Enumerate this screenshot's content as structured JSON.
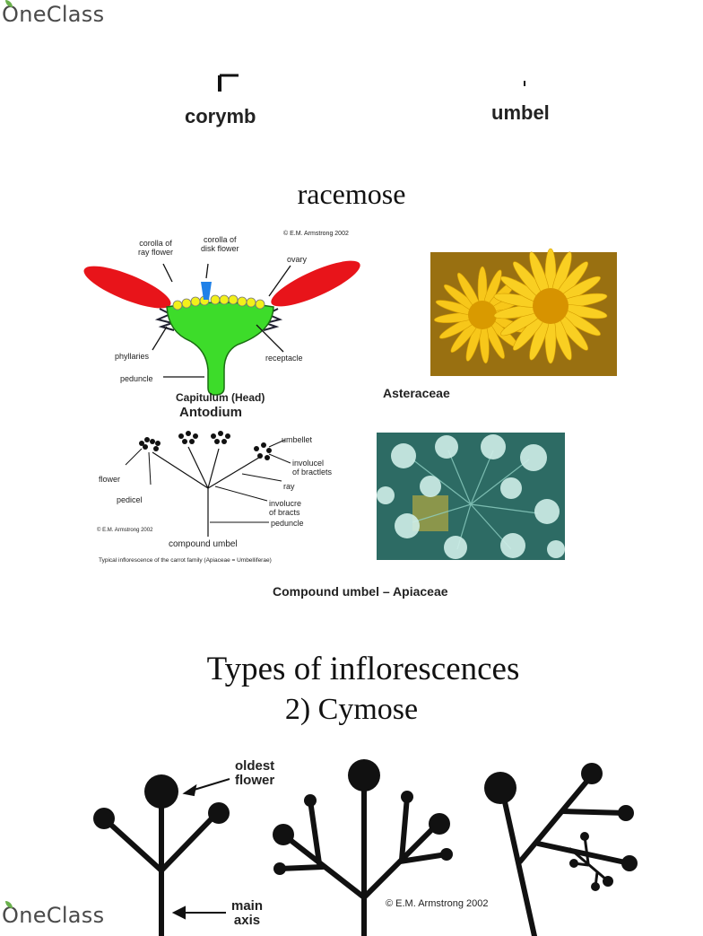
{
  "brand": {
    "logo_text": "OneClass"
  },
  "top_labels": {
    "corymb": "corymb",
    "umbel": "umbel"
  },
  "racemose": {
    "title": "racemose"
  },
  "capitulum": {
    "copyright": "© E.M. Armstrong 2002",
    "labels": {
      "corolla_ray": [
        "corolla of",
        "ray flower"
      ],
      "corolla_disk": [
        "corolla of",
        "disk flower"
      ],
      "ovary": "ovary",
      "phyllaries": "phyllaries",
      "receptacle": "receptacle",
      "peduncle": "peduncle"
    },
    "caption_1": "Capitulum (Head)",
    "caption_2": "Antodium"
  },
  "asteraceae": {
    "caption": "Asteraceae"
  },
  "compound_umbel": {
    "labels": {
      "umbellet": "umbellet",
      "flower": "flower",
      "involucel": [
        "involucel",
        "of bractlets"
      ],
      "ray": "ray",
      "pedicel": "pedicel",
      "involucre": [
        "involucre",
        "of bracts"
      ],
      "peduncle": "peduncle",
      "copyright": "© E.M. Armstrong 2002",
      "name": "compound umbel",
      "typical": "Typical inflorescence of the carrot family (Apiaceae = Umbelliferae)"
    }
  },
  "apiaceae": {
    "caption": "Compound umbel – Apiaceae"
  },
  "cymose": {
    "title_1": "Types of inflorescences",
    "title_2": "2) Cymose",
    "labels": {
      "oldest": [
        "oldest",
        "flower"
      ],
      "main": [
        "main",
        "axis"
      ],
      "copyright": "© E.M. Armstrong 2002"
    }
  }
}
